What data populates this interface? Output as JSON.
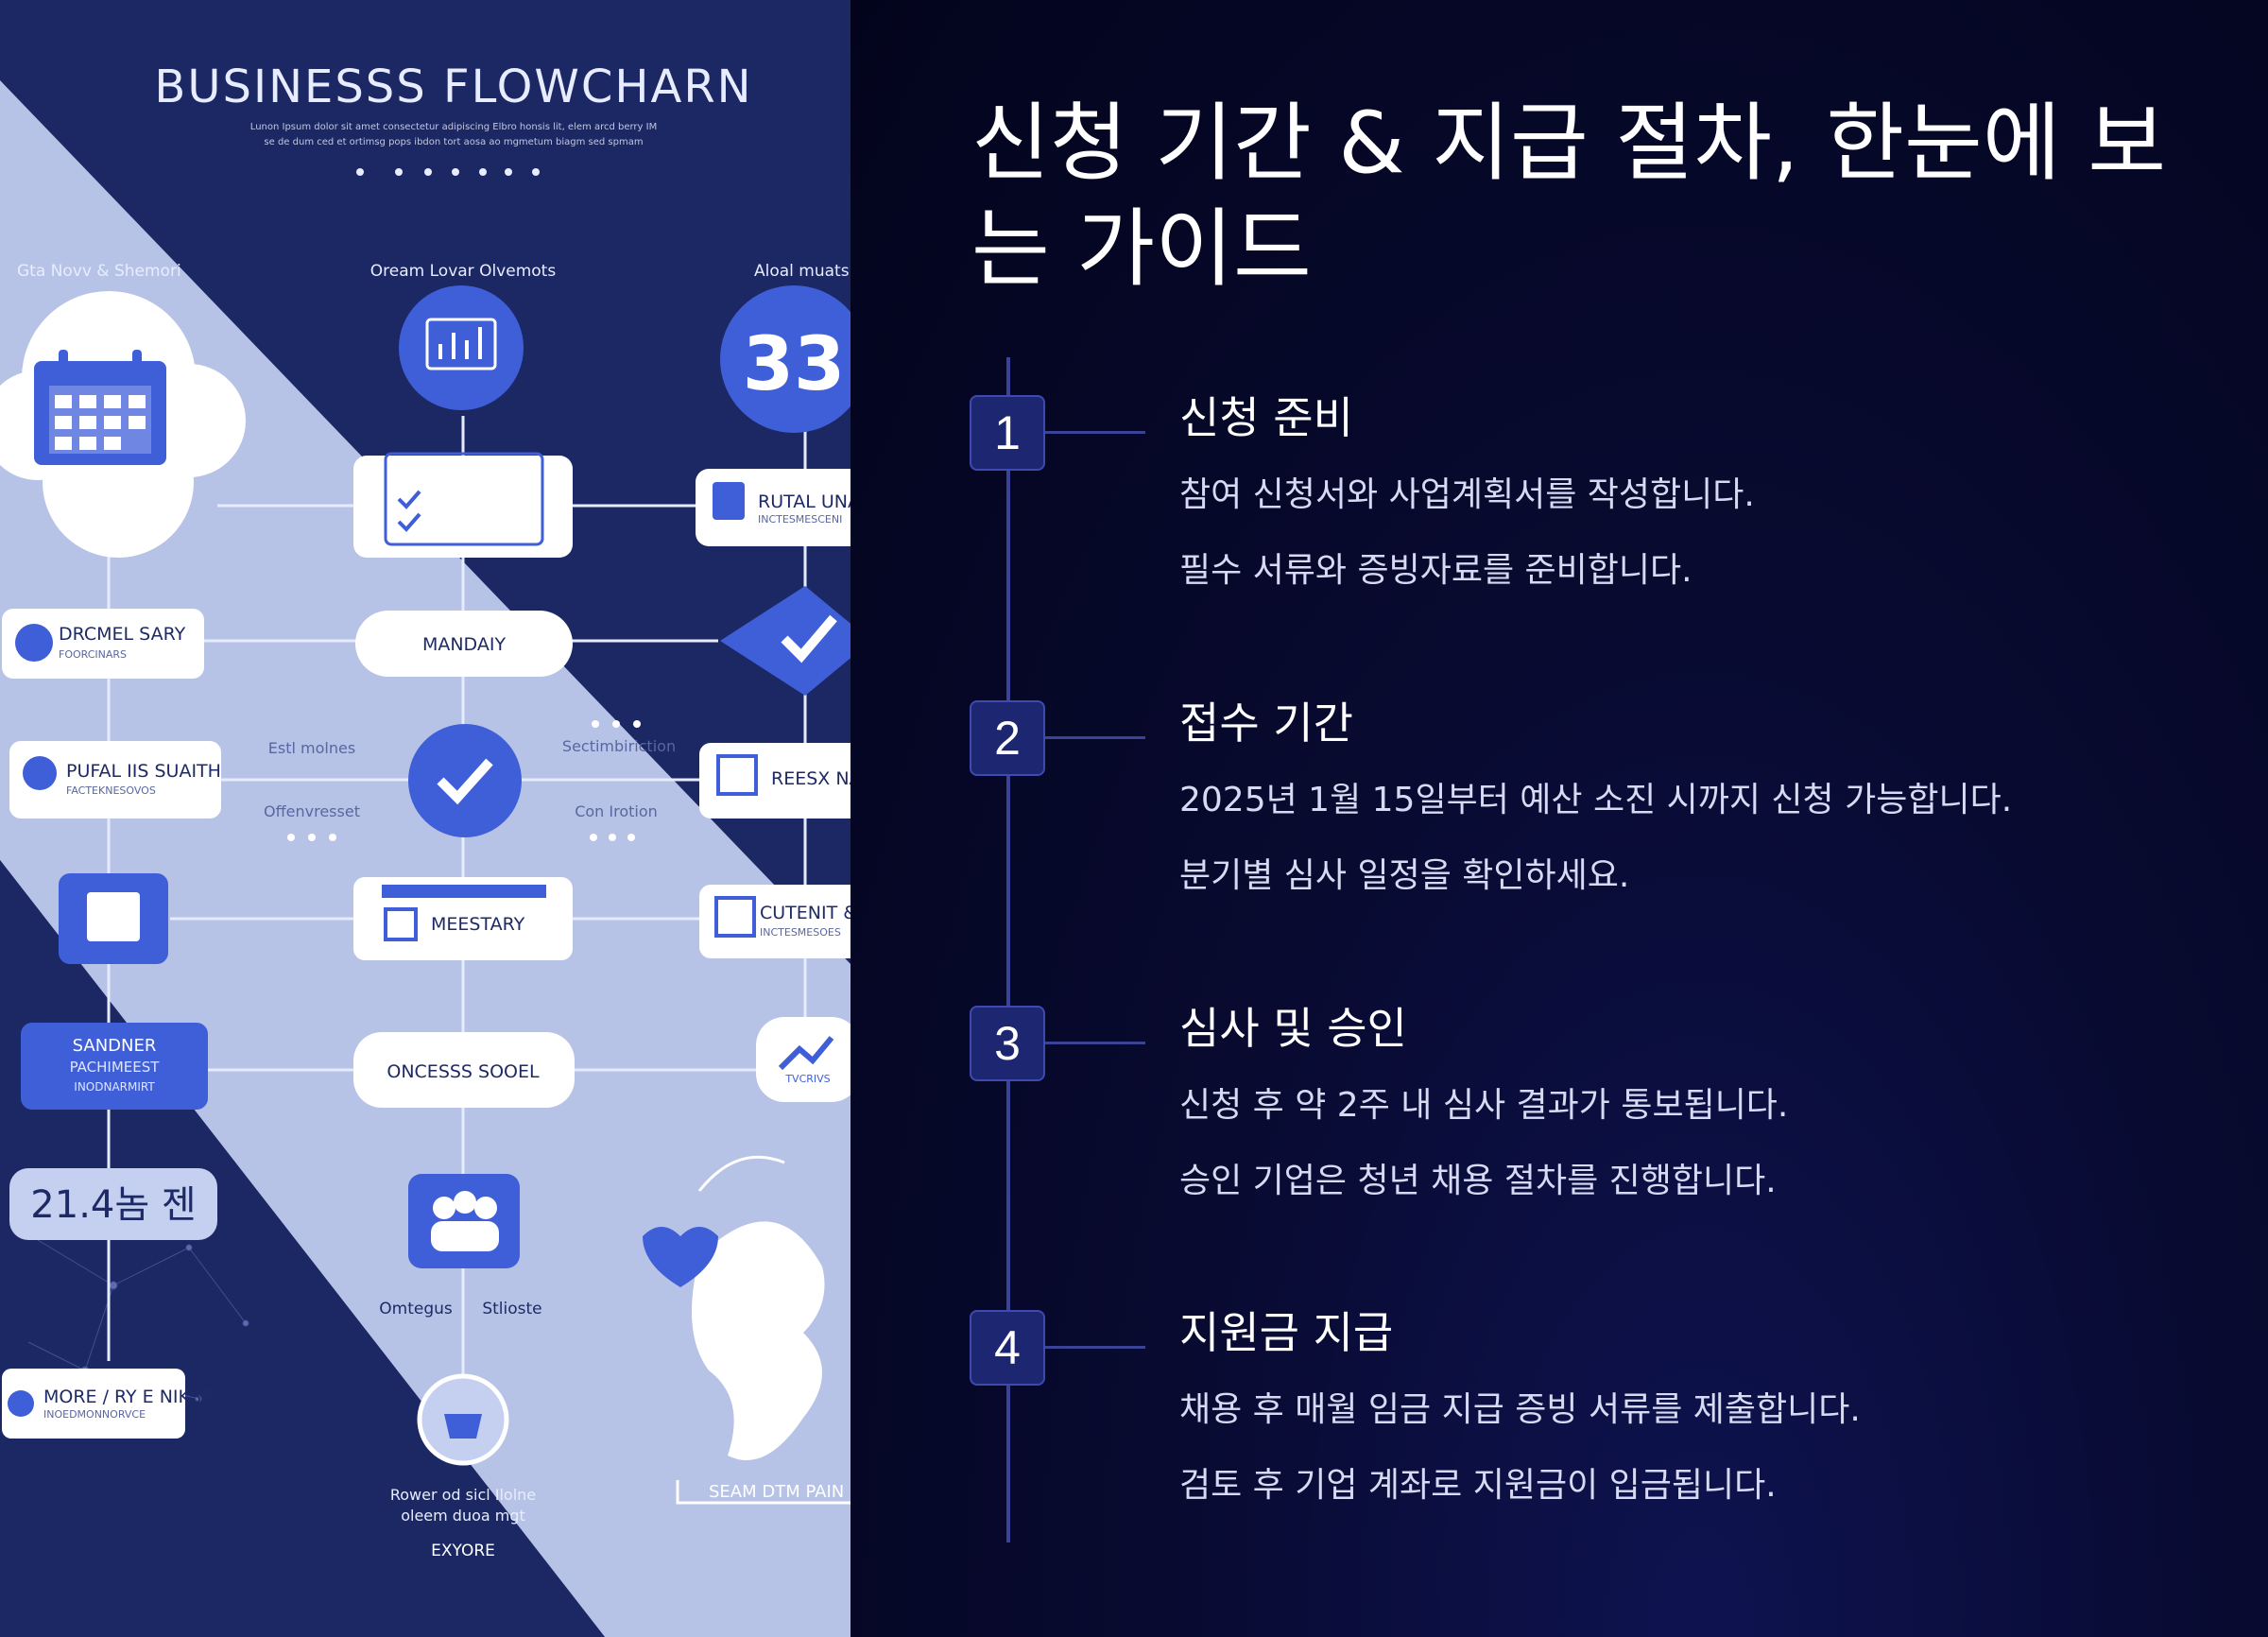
{
  "illustration": {
    "title": "BUSINESSS FLOWCHARN",
    "subtitle_line1": "Lunon Ipsum dolor sit amet consectetur adipiscing Elbro honsis lit, elem arcd berry IM",
    "subtitle_line2": "se de dum ced et ortimsg pops ibdon tort aosa ao mgmetum biagm sed spmam",
    "labels": {
      "top_left": "Gta Novv & Shemori",
      "top_center": "Oream Lovar Olvemots",
      "top_right": "Aloal muats",
      "badge_number": "33",
      "mandatory": "MANDAIY",
      "dreamel": "DRCMEL SARY",
      "dreamel_sub": "FOORCINARS",
      "rural_top": "RUTAL UNAI",
      "rural_top_sub": "INCTESMESCENI",
      "pufal": "PUFAL IIS SUAITH",
      "pufal_sub": "FACTEKNESOVOS",
      "estl": "Estl molnes",
      "offen": "Offenvresset",
      "section": "Sectimbiriction",
      "conlrotion": "Con Irotion",
      "reesx": "REESX NA",
      "meestary": "MEESTARY",
      "cutenit": "CUTENIT & M",
      "cutenit_sub": "INCTESMESOES",
      "sandner": "SANDNER",
      "sandner_sub1": "PACHIMEEST",
      "sandner_sub2": "INODNARMIRT",
      "oncess": "ONCESSS SOOEL",
      "trend_label": "TVCRIVS",
      "stat": "21.4놈 젠",
      "omtegus": "Omtegus",
      "stlioste": "Stlioste",
      "morey": "MORE / RY E NIKSR",
      "morey_sub": "INOEDMONNORVCE",
      "rower_line1": "Rower od sicl Ilolne",
      "rower_line2": "oleem duoa mgt",
      "exyore": "EXYORE",
      "seam": "SEAM DTM PAIN"
    },
    "colors": {
      "navy": "#1b2864",
      "light": "#b7c3e6",
      "accent": "#3f5fd8",
      "white": "#ffffff"
    }
  },
  "guide": {
    "title": "신청 기간 & 지급 절차, 한눈에 보는 가이드",
    "steps": [
      {
        "number": "1",
        "title": "신청 준비",
        "lines": [
          "참여 신청서와 사업계획서를 작성합니다.",
          "필수 서류와 증빙자료를 준비합니다."
        ]
      },
      {
        "number": "2",
        "title": "접수 기간",
        "lines": [
          "2025년 1월 15일부터 예산 소진 시까지 신청 가능합니다.",
          "분기별 심사 일정을 확인하세요."
        ]
      },
      {
        "number": "3",
        "title": "심사 및 승인",
        "lines": [
          "신청 후 약 2주 내 심사 결과가 통보됩니다.",
          "승인 기업은 청년 채용 절차를 진행합니다."
        ]
      },
      {
        "number": "4",
        "title": "지원금 지급",
        "lines": [
          "채용 후 매월 임금 지급 증빙 서류를 제출합니다.",
          "검토 후 기업 계좌로 지원금이 입금됩니다."
        ]
      }
    ],
    "colors": {
      "badge_bg": "#1d2670",
      "line": "#3a4395",
      "text_secondary": "#d6daf2"
    }
  }
}
